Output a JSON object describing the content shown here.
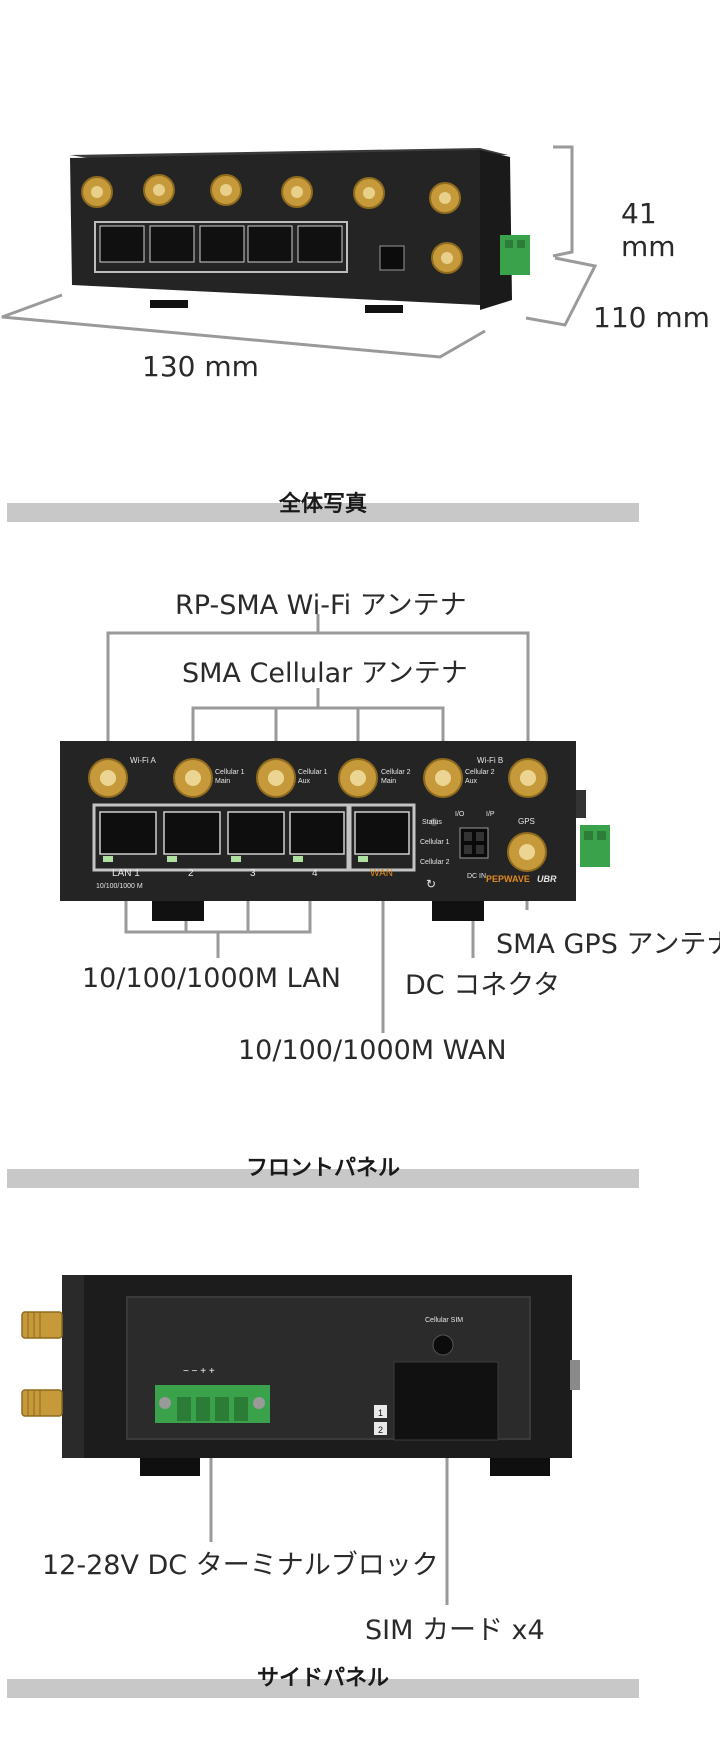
{
  "dimensions": {
    "height": "41 mm",
    "depth": "110 mm",
    "width": "130 mm"
  },
  "sections": {
    "overall": "全体写真",
    "front": "フロントパネル",
    "side": "サイドパネル"
  },
  "front_callouts": {
    "wifi_antenna": "RP-SMA Wi-Fi アンテナ",
    "cellular_antenna": "SMA Cellular アンテナ",
    "gps_antenna": "SMA GPS アンテナ",
    "lan": "10/100/1000M LAN",
    "dc_connector": "DC コネクタ",
    "wan": "10/100/1000M WAN"
  },
  "side_callouts": {
    "terminal_block": "12-28V DC ターミナルブロック",
    "sim_card": "SIM カード x4"
  },
  "device_labels": {
    "wifi_a": "Wi-Fi A",
    "wifi_b": "Wi-Fi B",
    "cellular_1_main": [
      "Cellular 1",
      "Main"
    ],
    "cellular_1_aux": [
      "Cellular 1",
      "Aux"
    ],
    "cellular_2_main": [
      "Cellular 2",
      "Main"
    ],
    "cellular_2_aux": [
      "Cellular 2",
      "Aux"
    ],
    "gps": "GPS",
    "lan_1": "LAN 1",
    "port_2": "2",
    "port_3": "3",
    "port_4": "4",
    "wan": "WAN",
    "speed": "10/100/1000 M",
    "status": "Status",
    "cellular_1": "Cellular 1",
    "cellular_2": "Cellular 2",
    "io": "I/O",
    "ip": "I/P",
    "dc_in": "DC IN",
    "brand": "PEPWAVE",
    "model": "UBR",
    "cellular_sim": "Cellular SIM",
    "sim_slot_1": "1",
    "sim_slot_2": "2",
    "terminal_signs": "− − + +"
  },
  "colors": {
    "device_body": "#242424",
    "connector_green": "#3aa24a",
    "brand_orange": "#e08a1e",
    "callout_line": "#9a9a9a",
    "section_bar": "#c8c8c8"
  }
}
